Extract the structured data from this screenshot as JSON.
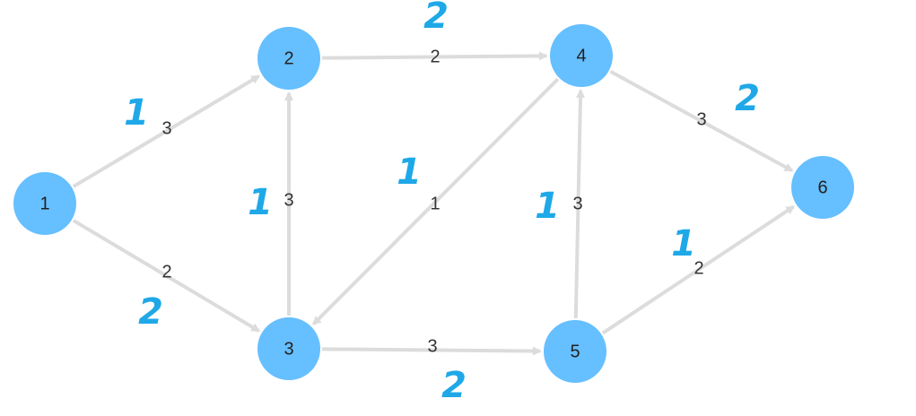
{
  "graph": {
    "nodes": [
      {
        "id": "1",
        "label": "1"
      },
      {
        "id": "2",
        "label": "2"
      },
      {
        "id": "3",
        "label": "3"
      },
      {
        "id": "4",
        "label": "4"
      },
      {
        "id": "5",
        "label": "5"
      },
      {
        "id": "6",
        "label": "6"
      }
    ],
    "edges": [
      {
        "from": "1",
        "to": "2",
        "weight": "3",
        "annotation": "1"
      },
      {
        "from": "1",
        "to": "3",
        "weight": "2",
        "annotation": "2"
      },
      {
        "from": "3",
        "to": "2",
        "weight": "3",
        "annotation": "1"
      },
      {
        "from": "2",
        "to": "4",
        "weight": "2",
        "annotation": "2"
      },
      {
        "from": "4",
        "to": "3",
        "weight": "1",
        "annotation": "1"
      },
      {
        "from": "3",
        "to": "5",
        "weight": "3",
        "annotation": "2"
      },
      {
        "from": "5",
        "to": "4",
        "weight": "3",
        "annotation": "1"
      },
      {
        "from": "4",
        "to": "6",
        "weight": "3",
        "annotation": "2"
      },
      {
        "from": "5",
        "to": "6",
        "weight": "2",
        "annotation": "1"
      }
    ]
  },
  "colors": {
    "node_fill": "#66bfff",
    "edge": "#dcdcdc",
    "annotation": "#1fa8e8"
  }
}
